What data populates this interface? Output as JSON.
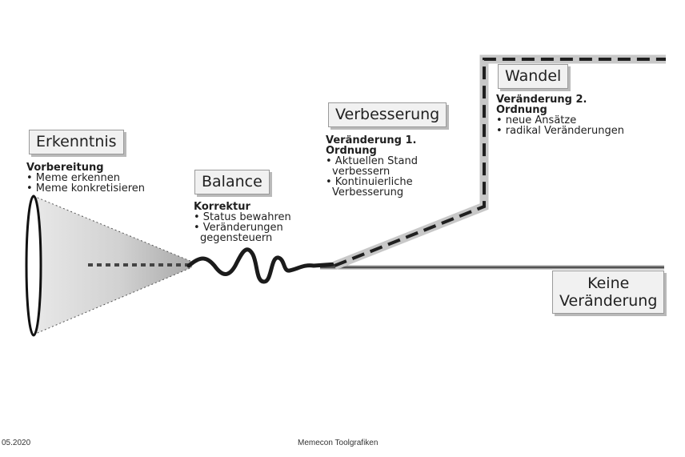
{
  "stages": {
    "erkenntnis": {
      "title": "Erkenntnis",
      "heading": "Vorbereitung",
      "bullets": [
        "• Meme erkennen",
        "• Meme konkretisieren"
      ]
    },
    "balance": {
      "title": "Balance",
      "heading": "Korrektur",
      "bullets": [
        "• Status bewahren",
        "• Veränderungen",
        "gegensteuern"
      ]
    },
    "verbesserung": {
      "title": "Verbesserung",
      "heading_lines": [
        "Veränderung 1.",
        "Ordnung"
      ],
      "bullets": [
        "• Aktuellen Stand",
        "verbessern",
        "• Kontinuierliche",
        "Verbesserung"
      ]
    },
    "wandel": {
      "title": "Wandel",
      "heading_lines": [
        "Veränderung 2.",
        "Ordnung"
      ],
      "bullets": [
        "• neue Ansätze",
        "• radikal Veränderungen"
      ]
    },
    "keine": {
      "title_lines": [
        "Keine",
        "Veränderung"
      ]
    }
  },
  "footer": {
    "date": "05.2020",
    "source": "Memecon Toolgrafiken"
  },
  "colors": {
    "line": "#222222",
    "path_fill": "#c8c8c8",
    "box_fill": "#f1f1f1"
  }
}
